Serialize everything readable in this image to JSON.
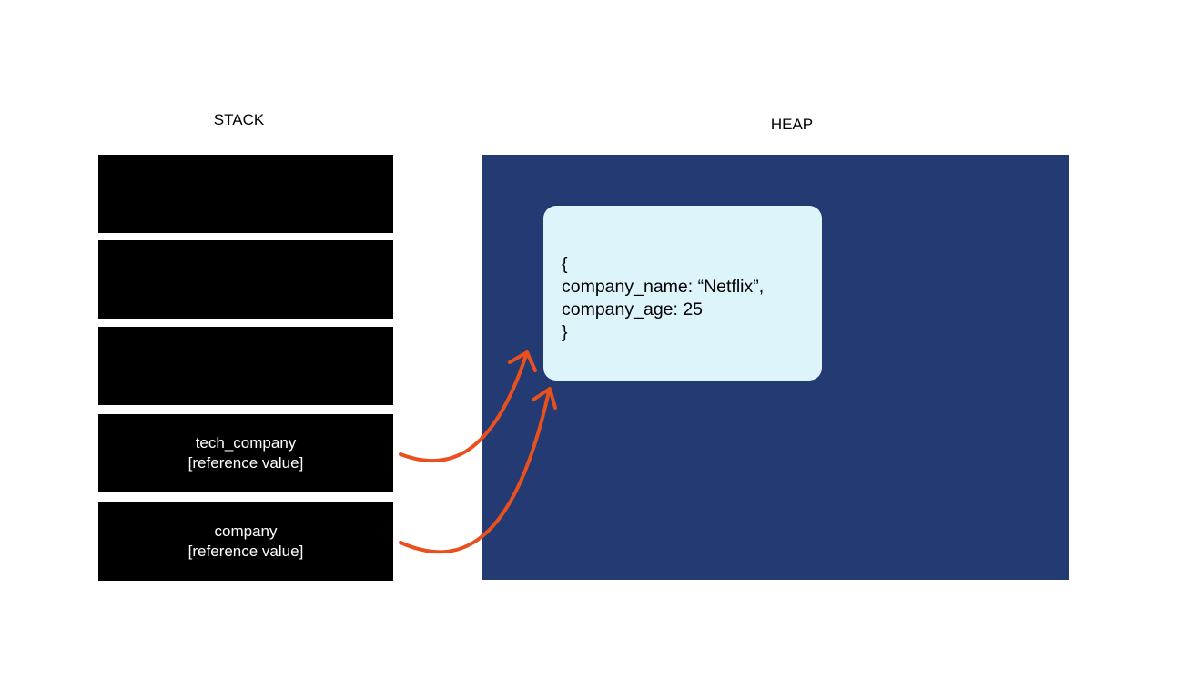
{
  "diagram": {
    "stack": {
      "title": "STACK",
      "frames": [
        {
          "line1": "",
          "line2": ""
        },
        {
          "line1": "",
          "line2": ""
        },
        {
          "line1": "",
          "line2": ""
        },
        {
          "line1": "tech_company",
          "line2": "[reference value]"
        },
        {
          "line1": "company",
          "line2": "[reference value]"
        }
      ]
    },
    "heap": {
      "title": "HEAP",
      "object": {
        "open_brace": "{",
        "field_name": "company_name: “Netflix”,",
        "field_age": "company_age: 25",
        "close_brace": "}"
      }
    },
    "colors": {
      "stack_frame": "#000000",
      "heap_region": "#243a72",
      "heap_object": "#ddf4fb",
      "arrow": "#e8501e"
    }
  }
}
